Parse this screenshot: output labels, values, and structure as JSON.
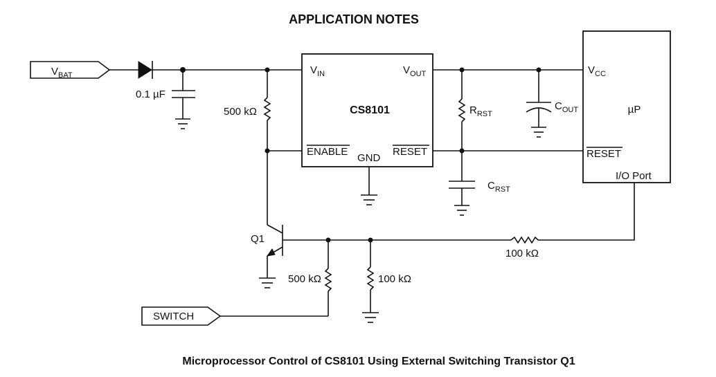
{
  "header": {
    "title": "APPLICATION NOTES"
  },
  "caption": "Microprocessor Control of CS8101 Using External Switching Transistor Q1",
  "ic": {
    "name": "CS8101",
    "pin_vin_main": "V",
    "pin_vin_sub": "IN",
    "pin_vout_main": "V",
    "pin_vout_sub": "OUT",
    "pin_enable": "ENABLE",
    "pin_gnd": "GND",
    "pin_reset": "RESET"
  },
  "mcu": {
    "name": "µP",
    "pin_vcc_main": "V",
    "pin_vcc_sub": "CC",
    "pin_reset": "RESET",
    "pin_io": "I/O Port"
  },
  "inputs": {
    "vbat_main": "V",
    "vbat_sub": "BAT",
    "switch": "SWITCH"
  },
  "components": {
    "c_in": "0.1 µF",
    "r_pullup": "500 kΩ",
    "r_rst_main": "R",
    "r_rst_sub": "RST",
    "c_out_main": "C",
    "c_out_sub": "OUT",
    "c_rst_main": "C",
    "c_rst_sub": "RST",
    "q1": "Q1",
    "r_base_series": "500 kΩ",
    "r_base_pulldown": "100 kΩ",
    "r_io": "100 kΩ"
  }
}
